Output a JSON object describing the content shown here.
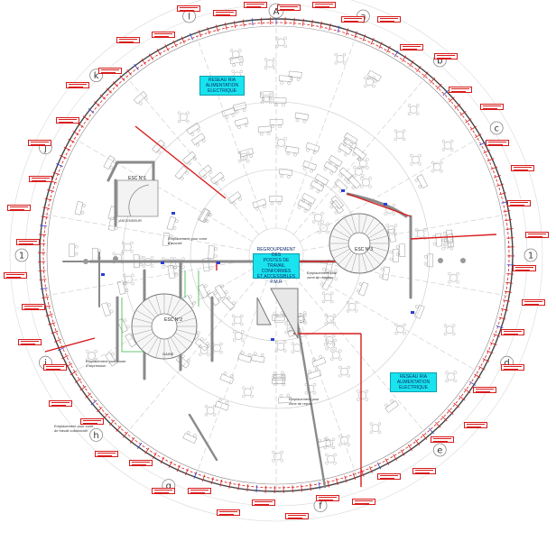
{
  "grid": {
    "top_letter": "A",
    "labels": [
      "a",
      "b",
      "c",
      "1",
      "d",
      "e",
      "f",
      "g",
      "h",
      "i",
      "1",
      "j",
      "k",
      "l"
    ]
  },
  "cyan_boxes": [
    {
      "lines": [
        "RESEAU RIA",
        "ALIMENTATION",
        "ELECTRIQUE"
      ]
    },
    {
      "lines": [
        "REGROUPEMENT DES",
        "POSTES DE TRAVAIL",
        "CONFORMES",
        "ET ACCESSIBLES",
        "P.M.R"
      ]
    },
    {
      "lines": [
        "RESEAU RIA",
        "ALIMENTATION",
        "ELECTRIQUE"
      ]
    }
  ],
  "stairs": {
    "esc1": "ESC N°1",
    "esc2": "ESC N°2",
    "esc3": "ESC N°3",
    "ascenseur": "ASCENSEUR",
    "gaine": "GAINE"
  },
  "annotations": {
    "left_1": "Emplacement pour zone",
    "left_2": "d'accueil",
    "left_3": "Emplacement pour poste",
    "left_4": "d'impression",
    "right_1": "Emplacement pour",
    "right_2": "zone de réunion",
    "bottom_1": "Emplacement pour zone",
    "bottom_2": "de travail collaboratif",
    "center_1": "Emplacement pour",
    "center_2": "zone de repos"
  }
}
